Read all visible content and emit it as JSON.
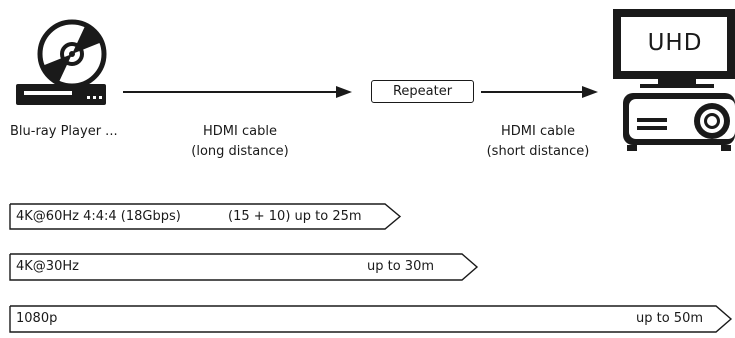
{
  "source": {
    "label": "Blu-ray Player ..."
  },
  "cable_long": {
    "line1": "HDMI cable",
    "line2": "(long distance)"
  },
  "repeater": {
    "label": "Repeater"
  },
  "cable_short": {
    "line1": "HDMI cable",
    "line2": "(short distance)"
  },
  "display": {
    "screen_text": "UHD"
  },
  "banners": [
    {
      "format": "4K@60Hz 4:4:4 (18Gbps)",
      "range": "(15 + 10) up to 25m"
    },
    {
      "format": "4K@30Hz",
      "range": "up to 30m"
    },
    {
      "format": "1080p",
      "range": "up to 50m"
    }
  ],
  "colors": {
    "stroke": "#1a1a1a",
    "background": "#ffffff"
  }
}
